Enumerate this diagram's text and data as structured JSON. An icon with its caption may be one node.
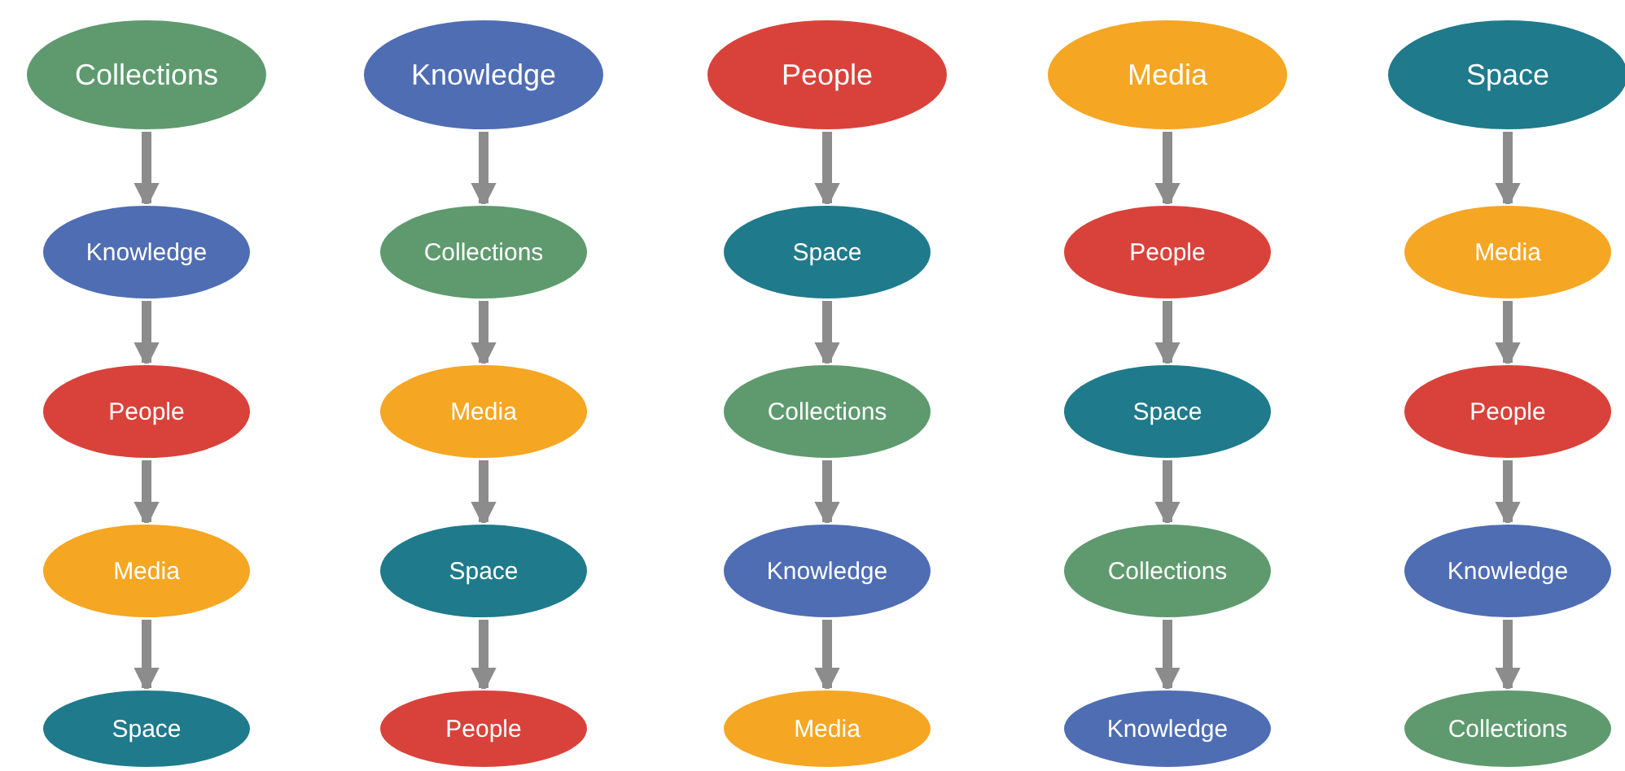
{
  "diagram": {
    "nodes": [
      {
        "text": [
          "Collections"
        ]
      },
      {
        "text": [
          "Knowledge"
        ]
      },
      {
        "text": [
          "People"
        ]
      },
      {
        "text": [
          "Media"
        ]
      },
      {
        "text": [
          "Space"
        ]
      },
      {
        "text": [
          "Knowledge"
        ]
      },
      {
        "text": [
          "Collections"
        ]
      },
      {
        "text": [
          "Media"
        ]
      },
      {
        "text": [
          "Space"
        ]
      },
      {
        "text": [
          "People"
        ]
      },
      {
        "text": [
          "People"
        ]
      },
      {
        "text": [
          "Space"
        ]
      },
      {
        "text": [
          "Collections"
        ]
      },
      {
        "text": [
          "Knowledge"
        ]
      },
      {
        "text": [
          "Media"
        ]
      },
      {
        "text": [
          "Media"
        ]
      },
      {
        "text": [
          "People"
        ]
      },
      {
        "text": [
          "Space"
        ]
      },
      {
        "text": [
          "Collections"
        ]
      },
      {
        "text": [
          "Knowledge"
        ]
      },
      {
        "text": [
          "Space"
        ]
      },
      {
        "text": [
          "Media"
        ]
      },
      {
        "text": [
          "People"
        ]
      },
      {
        "text": [
          "Knowledge"
        ]
      },
      {
        "text": [
          "Collections"
        ]
      }
    ],
    "edges": [
      {
        "from": 0,
        "to": 1,
        "arrow": "to"
      },
      {
        "from": 1,
        "to": 2,
        "arrow": "to"
      },
      {
        "from": 2,
        "to": 3,
        "arrow": "to"
      },
      {
        "from": 3,
        "to": 4,
        "arrow": "to"
      },
      {
        "from": 5,
        "to": 6,
        "arrow": "to"
      },
      {
        "from": 6,
        "to": 7,
        "arrow": "to"
      },
      {
        "from": 7,
        "to": 8,
        "arrow": "to"
      },
      {
        "from": 8,
        "to": 9,
        "arrow": "to"
      },
      {
        "from": 10,
        "to": 11,
        "arrow": "to"
      },
      {
        "from": 11,
        "to": 12,
        "arrow": "to"
      },
      {
        "from": 12,
        "to": 13,
        "arrow": "to"
      },
      {
        "from": 13,
        "to": 14,
        "arrow": "to"
      },
      {
        "from": 15,
        "to": 16,
        "arrow": "to"
      },
      {
        "from": 16,
        "to": 17,
        "arrow": "to"
      },
      {
        "from": 17,
        "to": 18,
        "arrow": "to"
      },
      {
        "from": 18,
        "to": 19,
        "arrow": "to"
      },
      {
        "from": 20,
        "to": 21,
        "arrow": "to"
      },
      {
        "from": 21,
        "to": 22,
        "arrow": "to"
      },
      {
        "from": 22,
        "to": 23,
        "arrow": "to"
      },
      {
        "from": 23,
        "to": 24,
        "arrow": "to"
      }
    ]
  }
}
